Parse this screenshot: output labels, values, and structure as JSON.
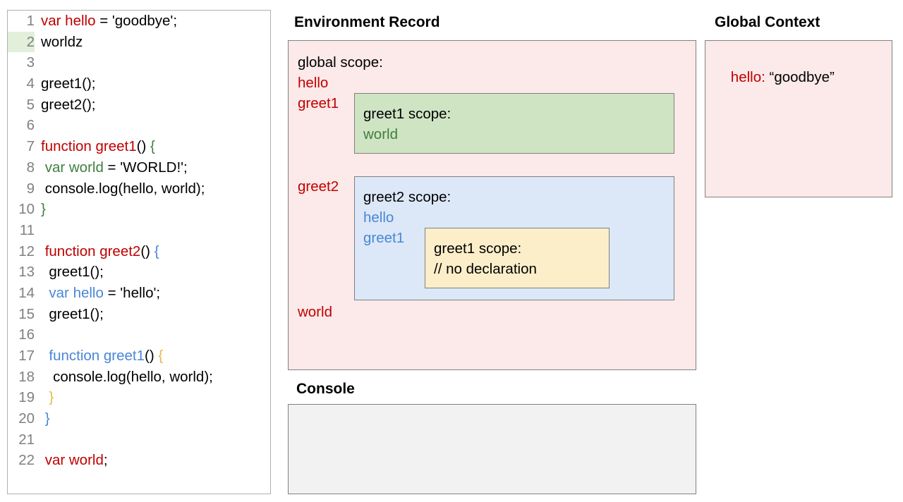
{
  "code_panel": {
    "name": "javascript-source-editor",
    "highlighted_line": 2,
    "lines": [
      {
        "num": "1",
        "tokens": [
          {
            "t": "var hello",
            "c": "red"
          },
          {
            "t": " = 'goodbye';",
            "c": "black"
          }
        ]
      },
      {
        "num": "2",
        "tokens": [
          {
            "t": "worldz",
            "c": "black"
          }
        ]
      },
      {
        "num": "3",
        "tokens": [
          {
            "t": "",
            "c": "black"
          }
        ]
      },
      {
        "num": "4",
        "tokens": [
          {
            "t": "greet1();",
            "c": "black"
          }
        ]
      },
      {
        "num": "5",
        "tokens": [
          {
            "t": "greet2();",
            "c": "black"
          }
        ]
      },
      {
        "num": "6",
        "tokens": [
          {
            "t": "",
            "c": "black"
          }
        ]
      },
      {
        "num": "7",
        "tokens": [
          {
            "t": "function greet1",
            "c": "red"
          },
          {
            "t": "() ",
            "c": "black"
          },
          {
            "t": "{",
            "c": "green"
          }
        ]
      },
      {
        "num": "8",
        "tokens": [
          {
            "t": " var world",
            "c": "green"
          },
          {
            "t": " = 'WORLD!';",
            "c": "black"
          }
        ]
      },
      {
        "num": "9",
        "tokens": [
          {
            "t": " console.log(hello, world);",
            "c": "black"
          }
        ]
      },
      {
        "num": "10",
        "tokens": [
          {
            "t": "}",
            "c": "green"
          }
        ]
      },
      {
        "num": "11",
        "tokens": [
          {
            "t": "",
            "c": "black"
          }
        ]
      },
      {
        "num": "12",
        "tokens": [
          {
            "t": " function greet2",
            "c": "red"
          },
          {
            "t": "() ",
            "c": "black"
          },
          {
            "t": "{",
            "c": "blue"
          }
        ]
      },
      {
        "num": "13",
        "tokens": [
          {
            "t": "  greet1();",
            "c": "black"
          }
        ]
      },
      {
        "num": "14",
        "tokens": [
          {
            "t": "  var hello",
            "c": "blue"
          },
          {
            "t": " = 'hello';",
            "c": "black"
          }
        ]
      },
      {
        "num": "15",
        "tokens": [
          {
            "t": "  greet1();",
            "c": "black"
          }
        ]
      },
      {
        "num": "16",
        "tokens": [
          {
            "t": "",
            "c": "black"
          }
        ]
      },
      {
        "num": "17",
        "tokens": [
          {
            "t": "  function greet1",
            "c": "blue"
          },
          {
            "t": "() ",
            "c": "black"
          },
          {
            "t": "{",
            "c": "orange"
          }
        ]
      },
      {
        "num": "18",
        "tokens": [
          {
            "t": "   console.log(hello, world);",
            "c": "black"
          }
        ]
      },
      {
        "num": "19",
        "tokens": [
          {
            "t": "  }",
            "c": "orange"
          }
        ]
      },
      {
        "num": "20",
        "tokens": [
          {
            "t": " }",
            "c": "blue"
          }
        ]
      },
      {
        "num": "21",
        "tokens": [
          {
            "t": "",
            "c": "black"
          }
        ]
      },
      {
        "num": "22",
        "tokens": [
          {
            "t": " var world",
            "c": "red"
          },
          {
            "t": ";",
            "c": "black"
          }
        ]
      }
    ]
  },
  "environment_record": {
    "heading": "Environment Record",
    "global_scope_label": "global scope:",
    "global_bindings": [
      "hello",
      "greet1",
      "greet2",
      "world"
    ],
    "greet1_scope": {
      "label": "greet1 scope:",
      "bindings": [
        "world"
      ]
    },
    "greet2_scope": {
      "label": "greet2 scope:",
      "bindings": [
        "hello",
        "greet1"
      ],
      "inner_greet1_scope": {
        "label": "greet1 scope:",
        "comment": "// no declaration"
      }
    }
  },
  "global_context": {
    "heading": "Global Context",
    "entries": [
      {
        "key": "hello:",
        "value": "“goodbye”"
      }
    ]
  },
  "console": {
    "heading": "Console",
    "output": ""
  },
  "colors": {
    "global_pink": "#fce9e9",
    "greet1_green": "#cfe4c3",
    "greet2_blue": "#dce8f7",
    "inner_yellow": "#fceec9",
    "console_gray": "#f2f2f2",
    "border_gray": "#808080",
    "token_red": "#c00000",
    "token_green": "#3f7f3f",
    "token_blue": "#4a86d8",
    "token_orange": "#e8b84b",
    "line_highlight": "#e2efda"
  }
}
